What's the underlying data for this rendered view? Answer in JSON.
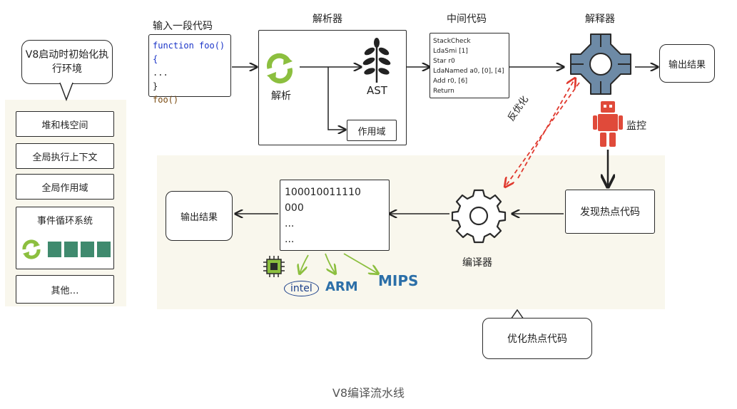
{
  "left_panel": {
    "bubble": "V8启动时初始化执行环境",
    "items": [
      "堆和栈空间",
      "全局执行上下文",
      "全局作用域"
    ],
    "event_loop": "事件循环系统",
    "other": "其他…"
  },
  "input": {
    "title": "输入一段代码",
    "code": [
      {
        "kw": "function",
        "rest": " foo() {"
      },
      {
        "kw": "",
        "rest": "..."
      },
      {
        "kw": "",
        "rest": "}"
      },
      {
        "kw": "",
        "rest": "foo()"
      }
    ]
  },
  "parser": {
    "title": "解析器",
    "parse_label": "解析",
    "ast_label": "AST",
    "scope_label": "作用域"
  },
  "bytecode": {
    "title": "中间代码",
    "lines": [
      "StackCheck",
      "LdaSmi [1]",
      "Star r0",
      "LdaNamed a0, [0], [4]",
      "Add r0, [6]",
      "Return"
    ]
  },
  "interpreter": {
    "title": "解释器",
    "output": "输出结果",
    "monitor": "监控",
    "deopt": "反优化"
  },
  "compiler": {
    "hot_code": "发现热点代码",
    "title": "编译器",
    "machine_code": [
      "100010011110",
      "000",
      "...",
      "..."
    ],
    "output": "输出结果",
    "targets": [
      "intel",
      "ARM",
      "MIPS"
    ],
    "optimize": "优化热点代码"
  },
  "caption": "V8编译流水线",
  "colors": {
    "gear": "#6d8aa6",
    "green": "#8cbf3f",
    "red_dash": "#e03a2f",
    "robot": "#e04a3a",
    "bg_panel": "#f9f7ed",
    "block": "#3f8a6e",
    "keyword_blue": "#1a34c8"
  }
}
